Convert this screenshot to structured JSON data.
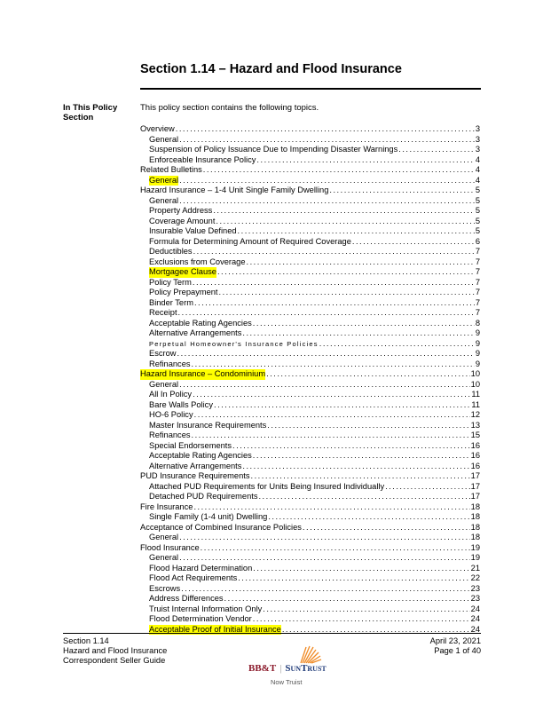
{
  "header": {
    "title": "Section 1.14 – Hazard and Flood Insurance"
  },
  "sidebar": {
    "label": "In This Policy Section"
  },
  "intro": "This policy section contains the following topics.",
  "toc": [
    {
      "label": "Overview",
      "page": "3",
      "level": 1,
      "highlight": false
    },
    {
      "label": "General",
      "page": "3",
      "level": 2,
      "highlight": false
    },
    {
      "label": "Suspension of Policy Issuance Due to Impending Disaster Warnings",
      "page": "3",
      "level": 2,
      "highlight": false
    },
    {
      "label": "Enforceable Insurance Policy",
      "page": "4",
      "level": 2,
      "highlight": false
    },
    {
      "label": "Related Bulletins",
      "page": "4",
      "level": 1,
      "highlight": false
    },
    {
      "label": "General",
      "page": "4",
      "level": 2,
      "highlight": true
    },
    {
      "label": "Hazard Insurance – 1-4 Unit Single Family Dwelling",
      "page": "5",
      "level": 1,
      "highlight": false
    },
    {
      "label": "General",
      "page": "5",
      "level": 2,
      "highlight": false
    },
    {
      "label": "Property Address",
      "page": "5",
      "level": 2,
      "highlight": false
    },
    {
      "label": "Coverage Amount",
      "page": "5",
      "level": 2,
      "highlight": false
    },
    {
      "label": "Insurable Value Defined",
      "page": "5",
      "level": 2,
      "highlight": false
    },
    {
      "label": "Formula for Determining Amount of Required Coverage",
      "page": "6",
      "level": 2,
      "highlight": false
    },
    {
      "label": "Deductibles",
      "page": "7",
      "level": 2,
      "highlight": false
    },
    {
      "label": "Exclusions from Coverage",
      "page": "7",
      "level": 2,
      "highlight": false
    },
    {
      "label": "Mortgagee Clause",
      "page": "7",
      "level": 2,
      "highlight": true
    },
    {
      "label": "Policy Term",
      "page": "7",
      "level": 2,
      "highlight": false
    },
    {
      "label": "Policy Prepayment",
      "page": "7",
      "level": 2,
      "highlight": false
    },
    {
      "label": "Binder Term",
      "page": "7",
      "level": 2,
      "highlight": false
    },
    {
      "label": "Receipt",
      "page": "7",
      "level": 2,
      "highlight": false
    },
    {
      "label": "Acceptable Rating Agencies",
      "page": "8",
      "level": 2,
      "highlight": false
    },
    {
      "label": "Alternative Arrangements",
      "page": "9",
      "level": 2,
      "highlight": false
    },
    {
      "label": "Perpetual Homeowner's Insurance Policies",
      "page": "9",
      "level": 2,
      "highlight": false,
      "spaced": true
    },
    {
      "label": "Escrow",
      "page": "9",
      "level": 2,
      "highlight": false
    },
    {
      "label": "Refinances",
      "page": "9",
      "level": 2,
      "highlight": false
    },
    {
      "label": "Hazard Insurance – Condominium",
      "page": "10",
      "level": 1,
      "highlight": true
    },
    {
      "label": "General",
      "page": "10",
      "level": 2,
      "highlight": false
    },
    {
      "label": "All In Policy",
      "page": "11",
      "level": 2,
      "highlight": false
    },
    {
      "label": "Bare Walls Policy",
      "page": "11",
      "level": 2,
      "highlight": false
    },
    {
      "label": "HO-6 Policy",
      "page": "12",
      "level": 2,
      "highlight": false
    },
    {
      "label": "Master Insurance Requirements",
      "page": "13",
      "level": 2,
      "highlight": false
    },
    {
      "label": "Refinances",
      "page": "15",
      "level": 2,
      "highlight": false
    },
    {
      "label": "Special Endorsements",
      "page": "16",
      "level": 2,
      "highlight": false
    },
    {
      "label": "Acceptable Rating Agencies",
      "page": "16",
      "level": 2,
      "highlight": false
    },
    {
      "label": "Alternative Arrangements",
      "page": "16",
      "level": 2,
      "highlight": false
    },
    {
      "label": "PUD Insurance Requirements",
      "page": "17",
      "level": 1,
      "highlight": false
    },
    {
      "label": "Attached PUD Requirements for Units Being Insured Individually",
      "page": "17",
      "level": 2,
      "highlight": false
    },
    {
      "label": "Detached PUD Requirements",
      "page": "17",
      "level": 2,
      "highlight": false
    },
    {
      "label": "Fire Insurance",
      "page": "18",
      "level": 1,
      "highlight": false
    },
    {
      "label": "Single Family (1-4 unit) Dwelling",
      "page": "18",
      "level": 2,
      "highlight": false
    },
    {
      "label": "Acceptance of Combined Insurance Policies",
      "page": "18",
      "level": 1,
      "highlight": false
    },
    {
      "label": "General",
      "page": "18",
      "level": 2,
      "highlight": false
    },
    {
      "label": "Flood Insurance",
      "page": "19",
      "level": 1,
      "highlight": false
    },
    {
      "label": "General",
      "page": "19",
      "level": 2,
      "highlight": false
    },
    {
      "label": "Flood Hazard Determination",
      "page": "21",
      "level": 2,
      "highlight": false
    },
    {
      "label": "Flood Act Requirements",
      "page": "22",
      "level": 2,
      "highlight": false
    },
    {
      "label": "Escrows",
      "page": "23",
      "level": 2,
      "highlight": false
    },
    {
      "label": "Address Differences",
      "page": "23",
      "level": 2,
      "highlight": false
    },
    {
      "label": "Truist Internal Information Only",
      "page": "24",
      "level": 2,
      "highlight": false
    },
    {
      "label": "Flood Determination Vendor",
      "page": "24",
      "level": 2,
      "highlight": false
    },
    {
      "label": "Acceptable Proof of Initial Insurance",
      "page": "24",
      "level": 2,
      "highlight": true
    }
  ],
  "footer": {
    "left": [
      "Section 1.14",
      "Hazard and Flood Insurance",
      "Correspondent Seller Guide"
    ],
    "right": [
      "April 23, 2021",
      "Page 1 of 40"
    ],
    "logo": {
      "left": "BB&T",
      "right": "SunTrust",
      "sub": "Now Truist",
      "ray_color": "#f08a24"
    }
  },
  "colors": {
    "highlight": "#ffff00"
  }
}
